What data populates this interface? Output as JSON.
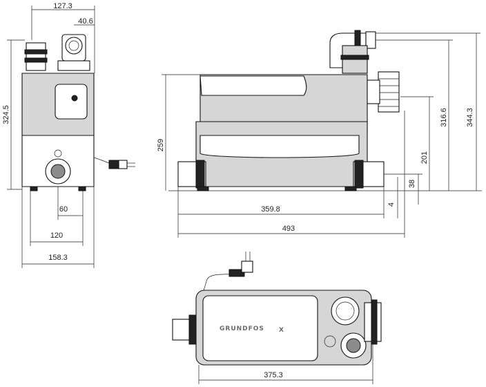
{
  "dimensions": {
    "front_top_width": "127.3",
    "front_outlet_width": "40.6",
    "front_height": "324.5",
    "front_inlet_offset": "60",
    "front_base_width": "120",
    "front_total_width": "158.3",
    "side_height_body": "259",
    "side_length_inner": "359.8",
    "side_length_total": "493",
    "side_height_outlet_low": "201",
    "side_height_outlet_mid": "316.6",
    "side_height_outlet_top": "344.3",
    "side_inlet_height": "38",
    "side_foot": "4",
    "top_length": "375.3"
  },
  "brand": {
    "logo_text": "GRUNDFOS",
    "logo_mark": "X"
  },
  "colors": {
    "line": "#111111",
    "body_fill": "#d6d6d6",
    "dark_fill": "#8c8c8c"
  }
}
